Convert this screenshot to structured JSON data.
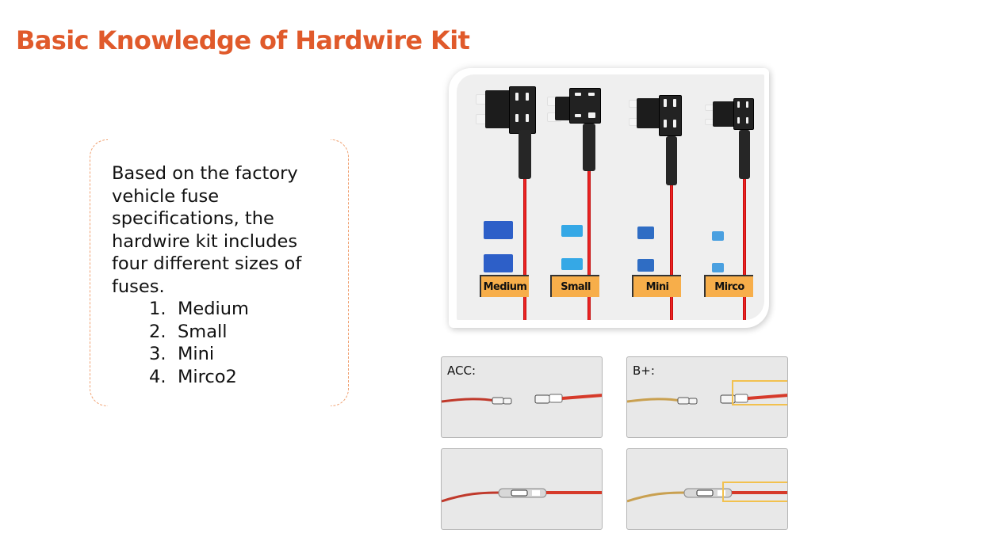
{
  "page": {
    "title": "Basic Knowledge of Hardwire Kit",
    "accent_color": "#E05A2B"
  },
  "text_box": {
    "paragraph": "Based on the factory vehicle fuse specifications, the hardwire kit includes four different sizes of fuses.",
    "list": [
      {
        "num": "1.",
        "label": "Medium"
      },
      {
        "num": "2.",
        "label": "Small"
      },
      {
        "num": "3.",
        "label": "Mini"
      },
      {
        "num": "4.",
        "label": "Mirco2"
      }
    ],
    "border_color": "#F0A070"
  },
  "fuse_photo": {
    "labels": [
      "Medium",
      "Small",
      "Mini",
      "Mirco"
    ],
    "label_color": "#F7AE4A",
    "wire_color": "#E01010"
  },
  "wiring_panels": [
    {
      "label": "ACC:",
      "wire_left_color": "#C0392B",
      "wire_right_color": "#D63A2A",
      "highlight": false
    },
    {
      "label": "B+:",
      "wire_left_color": "#C9A050",
      "wire_right_color": "#D63A2A",
      "highlight": true
    },
    {
      "label": "",
      "wire_left_color": "#C0392B",
      "wire_right_color": "#D63A2A",
      "highlight": false
    },
    {
      "label": "",
      "wire_left_color": "#C9A050",
      "wire_right_color": "#D63A2A",
      "highlight": true
    }
  ]
}
